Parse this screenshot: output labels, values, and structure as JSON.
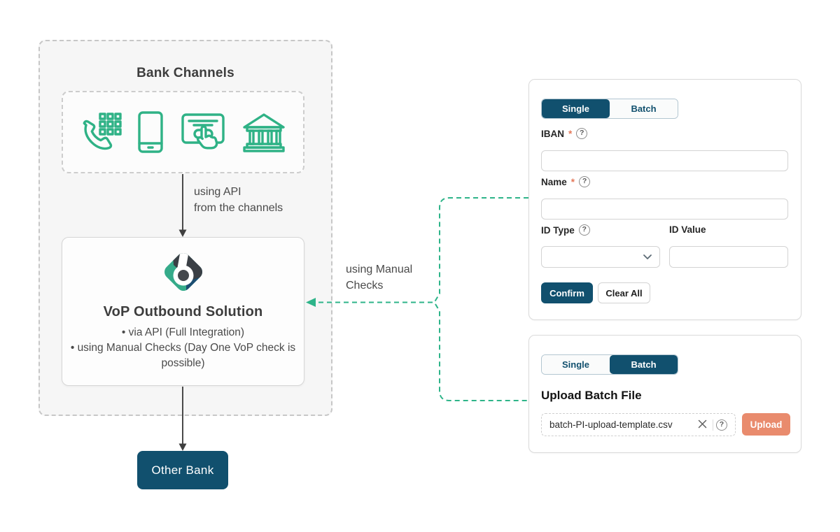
{
  "colors": {
    "teal": "#2fb286",
    "navy": "#11506e",
    "salmon": "#e98b6d",
    "connector_green": "#2eb489",
    "arrow_dark": "#4a4a4a"
  },
  "icons": {
    "help": "?"
  },
  "diagram": {
    "bank_channels_title": "Bank Channels",
    "channel_icons": [
      "phone-keypad",
      "mobile-phone",
      "online-banking-touch",
      "bank-building"
    ],
    "api_label_line1": "using API",
    "api_label_line2": "from the channels",
    "manual_label_line1": "using Manual",
    "manual_label_line2": "Checks",
    "vop": {
      "title": "VoP Outbound Solution",
      "bullet1": "via API (Full Integration)",
      "bullet2": "using Manual Checks (Day One VoP check is possible)"
    },
    "other_bank": "Other Bank"
  },
  "single_form": {
    "active_tab": "Single",
    "tabs": {
      "single": "Single",
      "batch": "Batch"
    },
    "iban": {
      "label": "IBAN",
      "required": "*",
      "value": ""
    },
    "name": {
      "label": "Name",
      "required": "*",
      "value": ""
    },
    "id_type": {
      "label": "ID Type",
      "value": ""
    },
    "id_value": {
      "label": "ID Value",
      "value": ""
    },
    "confirm": "Confirm",
    "clear_all": "Clear All"
  },
  "batch_form": {
    "active_tab": "Batch",
    "tabs": {
      "single": "Single",
      "batch": "Batch"
    },
    "heading": "Upload Batch File",
    "file_name": "batch-PI-upload-template.csv",
    "upload": "Upload"
  }
}
